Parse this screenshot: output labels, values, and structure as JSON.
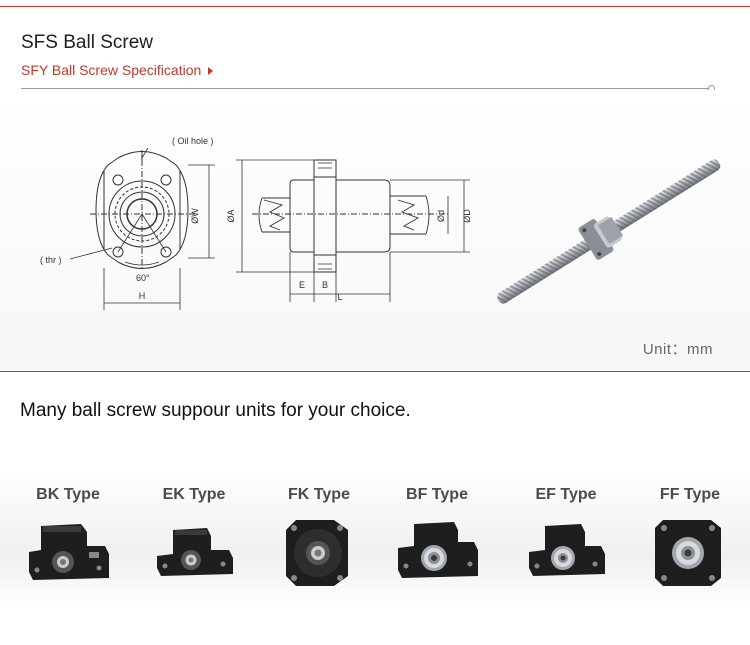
{
  "header": {
    "title": "SFS Ball Screw",
    "subtitle": "SFY Ball Screw Specification"
  },
  "drawing": {
    "front_view": {
      "oil_hole": "( Oil hole )",
      "thr": "( thr )",
      "angle": "60°",
      "dim_w": "ØW",
      "dim_h": "H"
    },
    "side_view": {
      "dim_a": "ØA",
      "dim_d": "ØD",
      "dim_d_small": "Ød",
      "dim_e": "E",
      "dim_b": "B",
      "dim_l": "L"
    }
  },
  "unit": "Unit：mm",
  "choice_text": "Many ball screw suppour units for your choice.",
  "types": [
    {
      "label": "BK Type"
    },
    {
      "label": "EK Type"
    },
    {
      "label": "FK Type"
    },
    {
      "label": "BF Type"
    },
    {
      "label": "EF Type"
    },
    {
      "label": "FF Type"
    }
  ],
  "colors": {
    "accent": "#c0392b",
    "divider": "#9a9a9a",
    "part_black": "#1e1e1e",
    "steel": "#b8bcc2"
  }
}
